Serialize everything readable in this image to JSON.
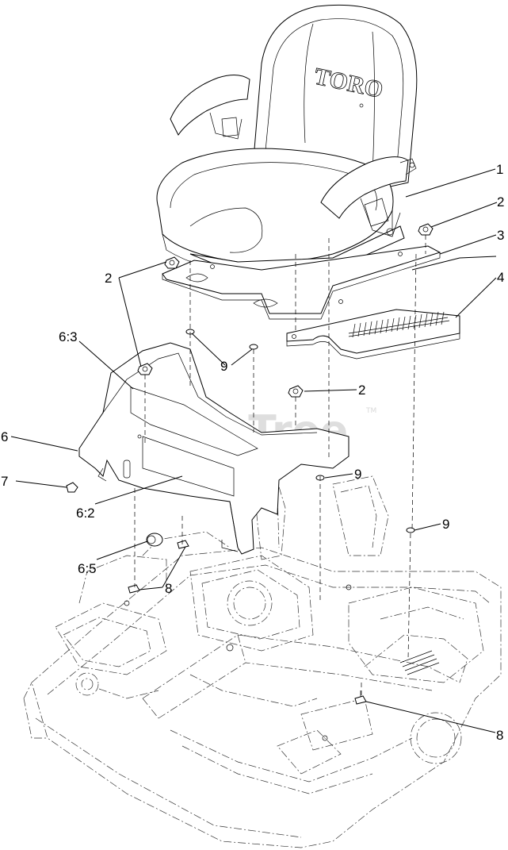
{
  "watermark": {
    "text": "PartsTree",
    "trademark": "TM"
  },
  "seat_brand": "TORO",
  "callouts": [
    {
      "id": "c1",
      "label": "1"
    },
    {
      "id": "c2a",
      "label": "2"
    },
    {
      "id": "c3",
      "label": "3"
    },
    {
      "id": "c4",
      "label": "4"
    },
    {
      "id": "c2b",
      "label": "2"
    },
    {
      "id": "c2c",
      "label": "2"
    },
    {
      "id": "c9a",
      "label": "9"
    },
    {
      "id": "c63",
      "label": "6:3"
    },
    {
      "id": "c6",
      "label": "6"
    },
    {
      "id": "c9b",
      "label": "9"
    },
    {
      "id": "c7",
      "label": "7"
    },
    {
      "id": "c9c",
      "label": "9"
    },
    {
      "id": "c62",
      "label": "6:2"
    },
    {
      "id": "c65",
      "label": "6:5"
    },
    {
      "id": "c8a",
      "label": "8"
    },
    {
      "id": "c8b",
      "label": "8"
    }
  ]
}
